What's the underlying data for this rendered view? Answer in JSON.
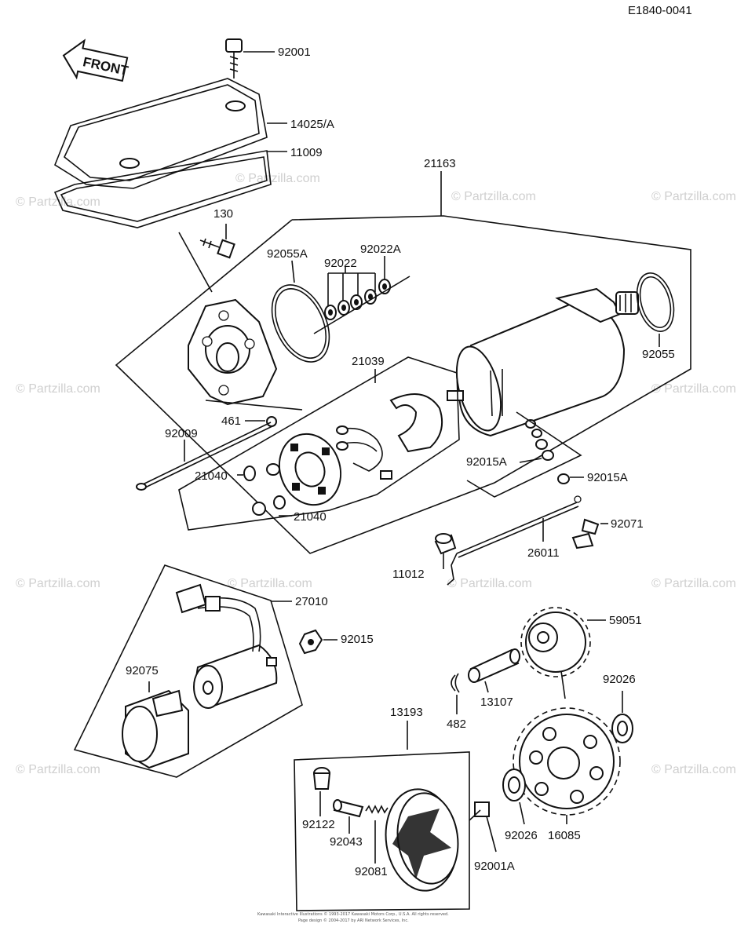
{
  "diagram_code": "E1840-0041",
  "front_badge": "FRONT",
  "watermark": "© Partzilla.com",
  "callouts": {
    "p92001": "92001",
    "p14025A": "14025/A",
    "p11009": "11009",
    "p21163": "21163",
    "p130": "130",
    "p92055A": "92055A",
    "p92022A": "92022A",
    "p92022": "92022",
    "p92055": "92055",
    "p21039": "21039",
    "p461": "461",
    "p92009": "92009",
    "p21040a": "21040",
    "p21040b": "21040",
    "p92015Aa": "92015A",
    "p92015Ab": "92015A",
    "p92071": "92071",
    "p26011": "26011",
    "p11012": "11012",
    "p27010": "27010",
    "p92015": "92015",
    "p59051": "59051",
    "p92075": "92075",
    "p92026a": "92026",
    "p13107": "13107",
    "p482": "482",
    "p13193": "13193",
    "p92122": "92122",
    "p92043": "92043",
    "p92081": "92081",
    "p92001A": "92001A",
    "p92026b": "92026",
    "p16085": "16085"
  },
  "copyright_lines": [
    "Kawasaki Interactive Illustrations © 1993-2017 Kawasaki Motors Corp., U.S.A. All rights reserved.",
    "Page design © 2004-2017 by ARI Network Services, Inc."
  ]
}
